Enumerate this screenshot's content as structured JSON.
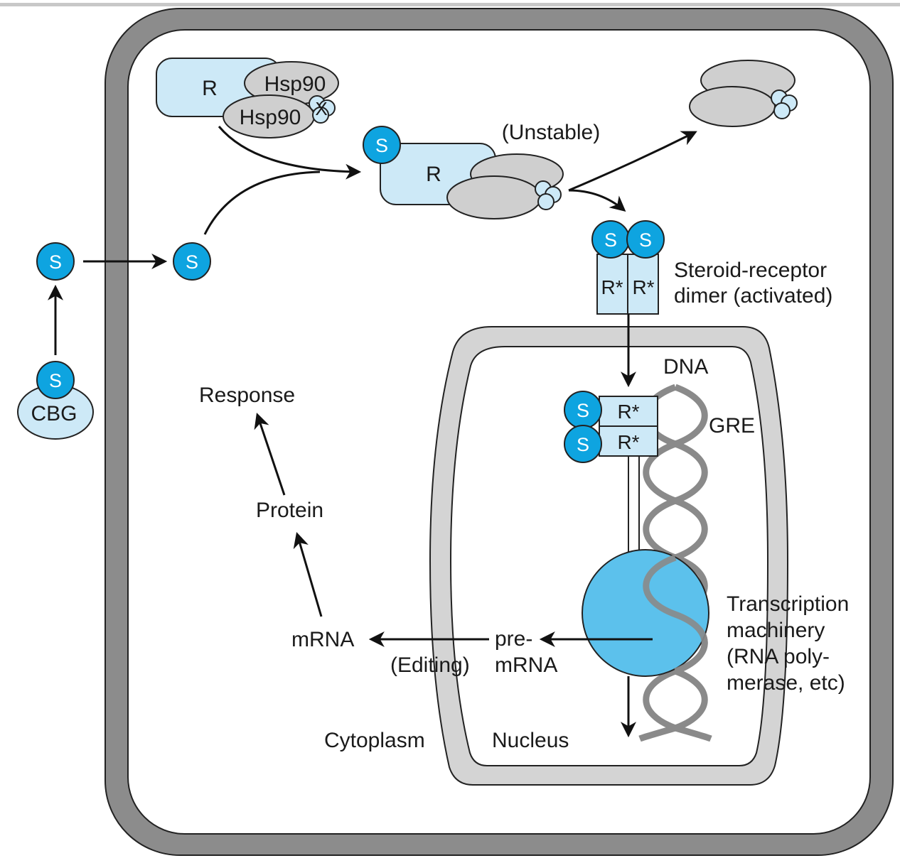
{
  "labels": {
    "steroid": "S",
    "receptor": "R",
    "receptor_active": "R*",
    "hsp90": "Hsp90",
    "x_mark": "X",
    "cbg": "CBG",
    "unstable": "(Unstable)",
    "dimer_line1": "Steroid-receptor",
    "dimer_line2": "dimer (activated)",
    "dna": "DNA",
    "gre": "GRE",
    "tm_line1": "Transcription",
    "tm_line2": "machinery",
    "tm_line3": "(RNA poly-",
    "tm_line4": "merase, etc)",
    "premrna_line1": "pre-",
    "premrna_line2": "mRNA",
    "mrna": "mRNA",
    "editing": "(Editing)",
    "protein": "Protein",
    "response": "Response",
    "cytoplasm": "Cytoplasm",
    "nucleus": "Nucleus"
  },
  "colors": {
    "steroid_fill": "#0ea4e0",
    "receptor_fill": "#cde9f7",
    "hsp_fill": "#cfcfcf",
    "membrane_fill": "#8c8c8c",
    "nuclear_envelope_fill": "#d4d4d4",
    "polymerase_fill": "#5cc1ec",
    "dna_color": "#8a8a8a"
  }
}
